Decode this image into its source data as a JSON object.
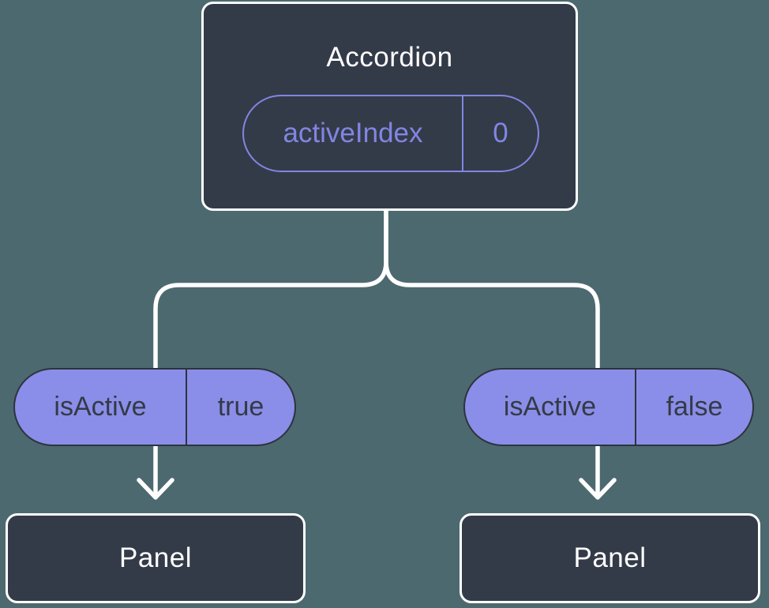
{
  "tree": {
    "root": {
      "label": "Accordion",
      "state": {
        "name": "activeIndex",
        "value": "0"
      }
    },
    "children": [
      {
        "prop": {
          "name": "isActive",
          "value": "true"
        },
        "node": {
          "label": "Panel"
        }
      },
      {
        "prop": {
          "name": "isActive",
          "value": "false"
        },
        "node": {
          "label": "Panel"
        }
      }
    ]
  },
  "colors": {
    "background": "#4d6970",
    "node_fill": "#343b48",
    "node_border": "#ffffff",
    "line": "#ffffff",
    "accent_purple": "#8186e3",
    "pill_fill": "#8a8ee8",
    "pill_border": "#2d333e",
    "pill_text": "#333a46",
    "title_text": "#ffffff"
  }
}
